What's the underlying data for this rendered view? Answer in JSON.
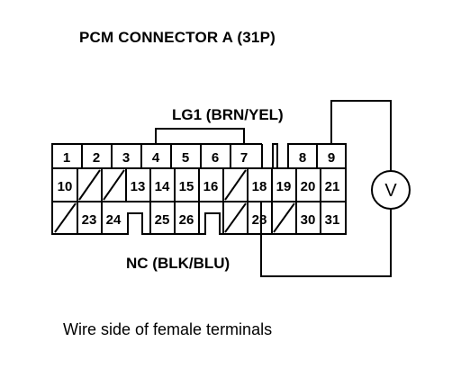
{
  "title": "PCM CONNECTOR A (31P)",
  "probe_positive_label": "LG1 (BRN/YEL)",
  "probe_negative_label": "NC (BLK/BLU)",
  "caption": "Wire side of female terminals",
  "meter_symbol": "V",
  "connector": {
    "rows": [
      [
        "1",
        "2",
        "3",
        "4",
        "5",
        "6",
        "7",
        "",
        "8",
        "9"
      ],
      [
        "10",
        "",
        "",
        "13",
        "14",
        "15",
        "16",
        "",
        "18",
        "19",
        "20",
        "21"
      ],
      [
        "",
        "23",
        "24",
        "",
        "25",
        "26",
        "",
        "",
        "28",
        "",
        "30",
        "31"
      ]
    ],
    "test_pins": [
      "4",
      "7",
      "28"
    ]
  }
}
